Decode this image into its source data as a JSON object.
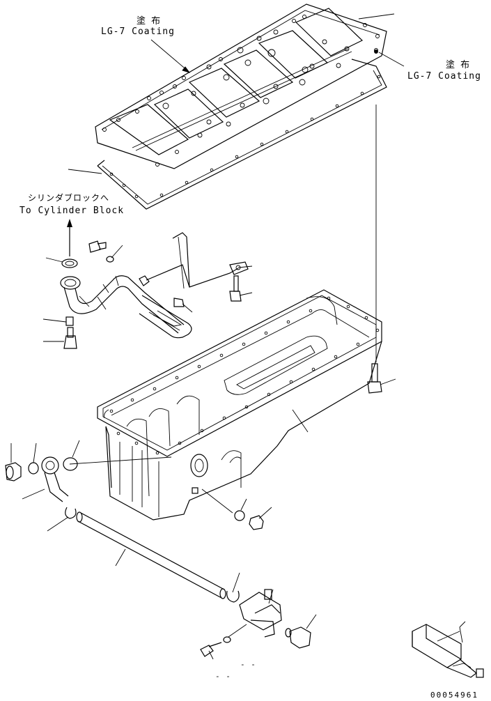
{
  "labels": {
    "coating_top_jp": "塗 布",
    "coating_top_en": "LG-7 Coating",
    "coating_right_jp": "塗 布",
    "coating_right_en": "LG-7 Coating",
    "cylinder_jp": "シリンダブロックへ",
    "cylinder_en": "To Cylinder Block",
    "small_mark_a": "- -",
    "small_mark_b": "- -",
    "figure_number": "00054961"
  },
  "colors": {
    "ink": "#000000",
    "paper": "#ffffff"
  }
}
